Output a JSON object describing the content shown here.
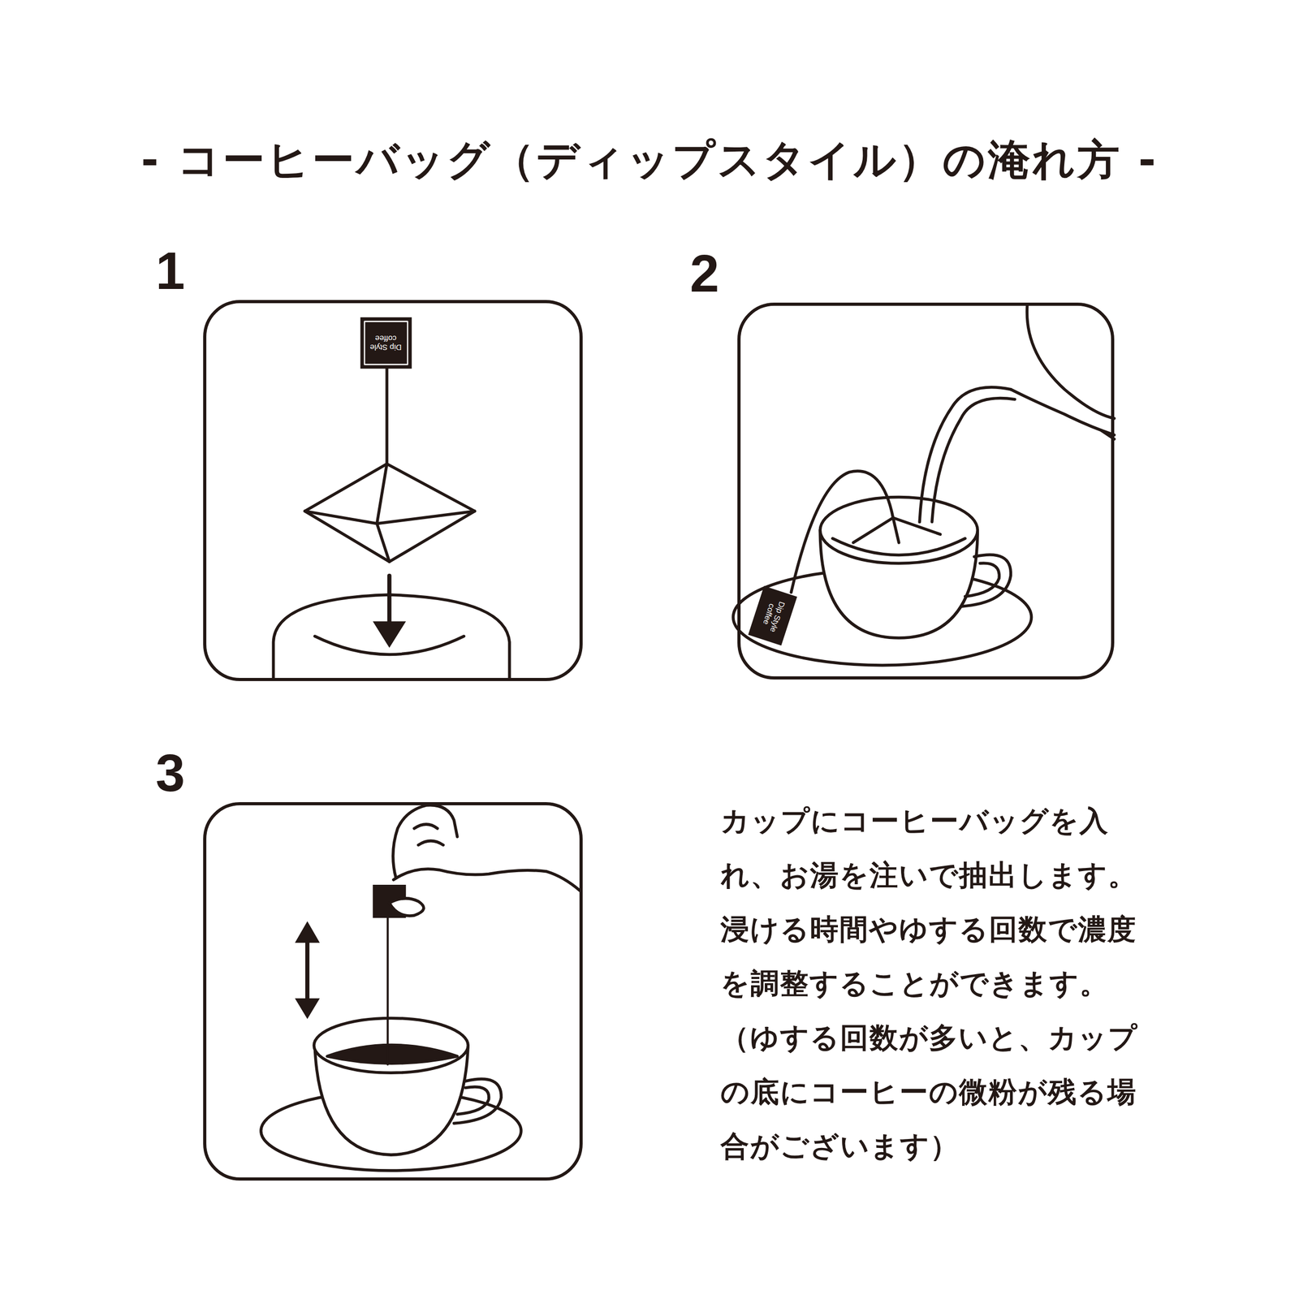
{
  "diagram": {
    "title": "- コーヒーバッグ（ディップスタイル）の淹れ方 -",
    "nodes": [
      {
        "text": [
          "1"
        ]
      },
      {
        "text": [
          "2"
        ]
      },
      {
        "text": [
          "3"
        ]
      }
    ],
    "labels": [
      "Dip Style coffee",
      "Dip Style coffee",
      "カップにコーヒーバッグを入れ、お湯を注いで抽出します。浸ける時間やゆする回数で濃度を調整することができます。（ゆする回数が多いと、カップの底にコーヒーの微粉が残る場合がございます）"
    ]
  }
}
